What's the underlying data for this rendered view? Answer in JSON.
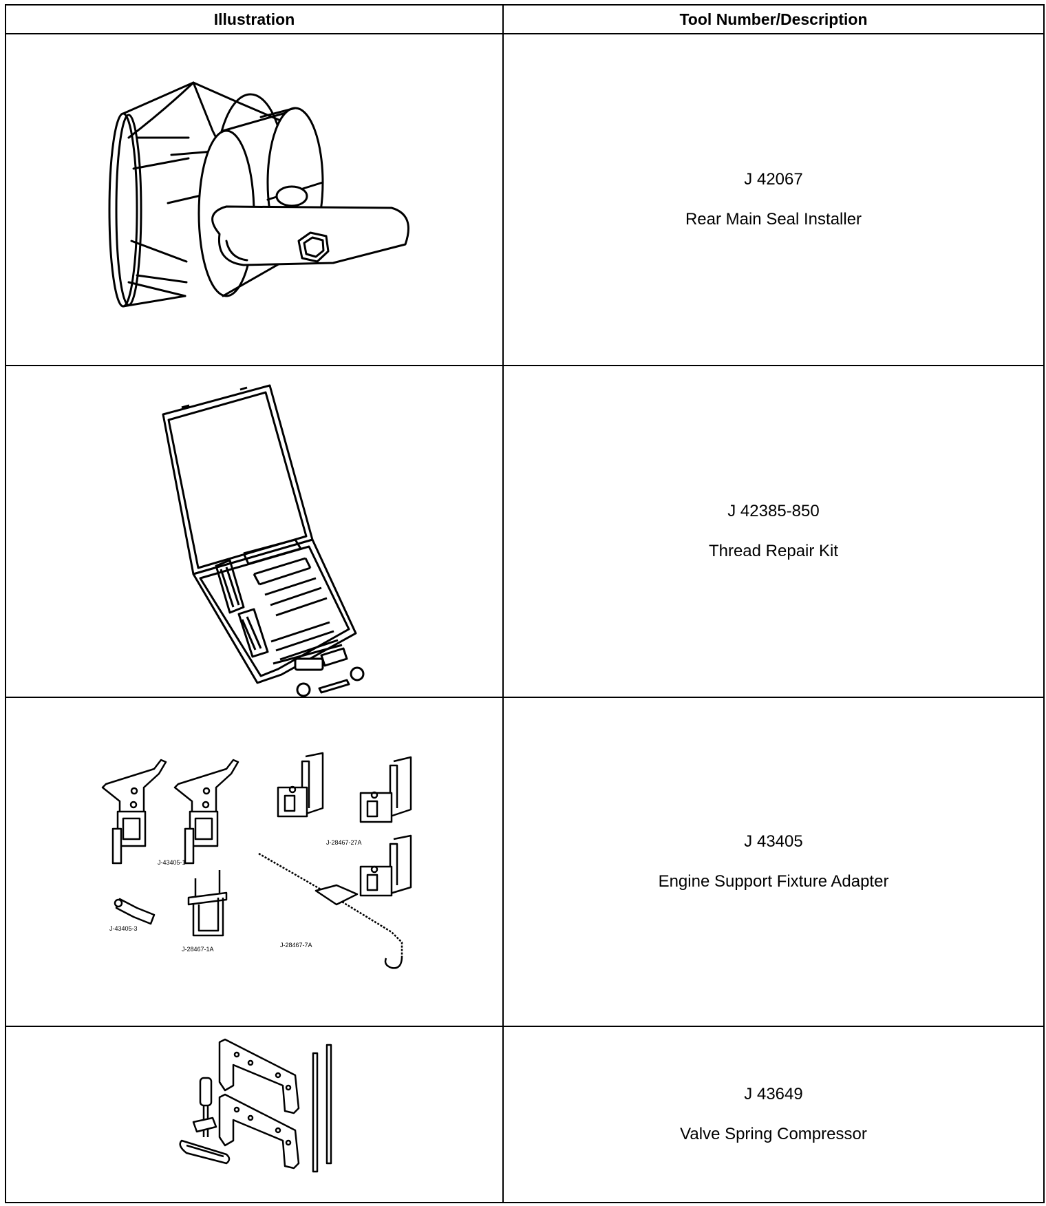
{
  "table": {
    "headers": [
      "Illustration",
      "Tool Number/Description"
    ],
    "rows": [
      {
        "illustration_icon": "rear-main-seal-installer-icon",
        "tool_number": "J 42067",
        "description": "Rear Main Seal Installer"
      },
      {
        "illustration_icon": "thread-repair-kit-icon",
        "tool_number": "J 42385-850",
        "description": "Thread Repair Kit"
      },
      {
        "illustration_icon": "engine-support-fixture-adapter-icon",
        "tool_number": "J 43405",
        "description": "Engine Support Fixture Adapter",
        "part_labels": [
          "J-43405-1",
          "J-28467-27A",
          "J-43405-3",
          "J-28467-1A",
          "J-28467-7A"
        ]
      },
      {
        "illustration_icon": "valve-spring-compressor-icon",
        "tool_number": "J 43649",
        "description": "Valve Spring Compressor"
      }
    ]
  }
}
